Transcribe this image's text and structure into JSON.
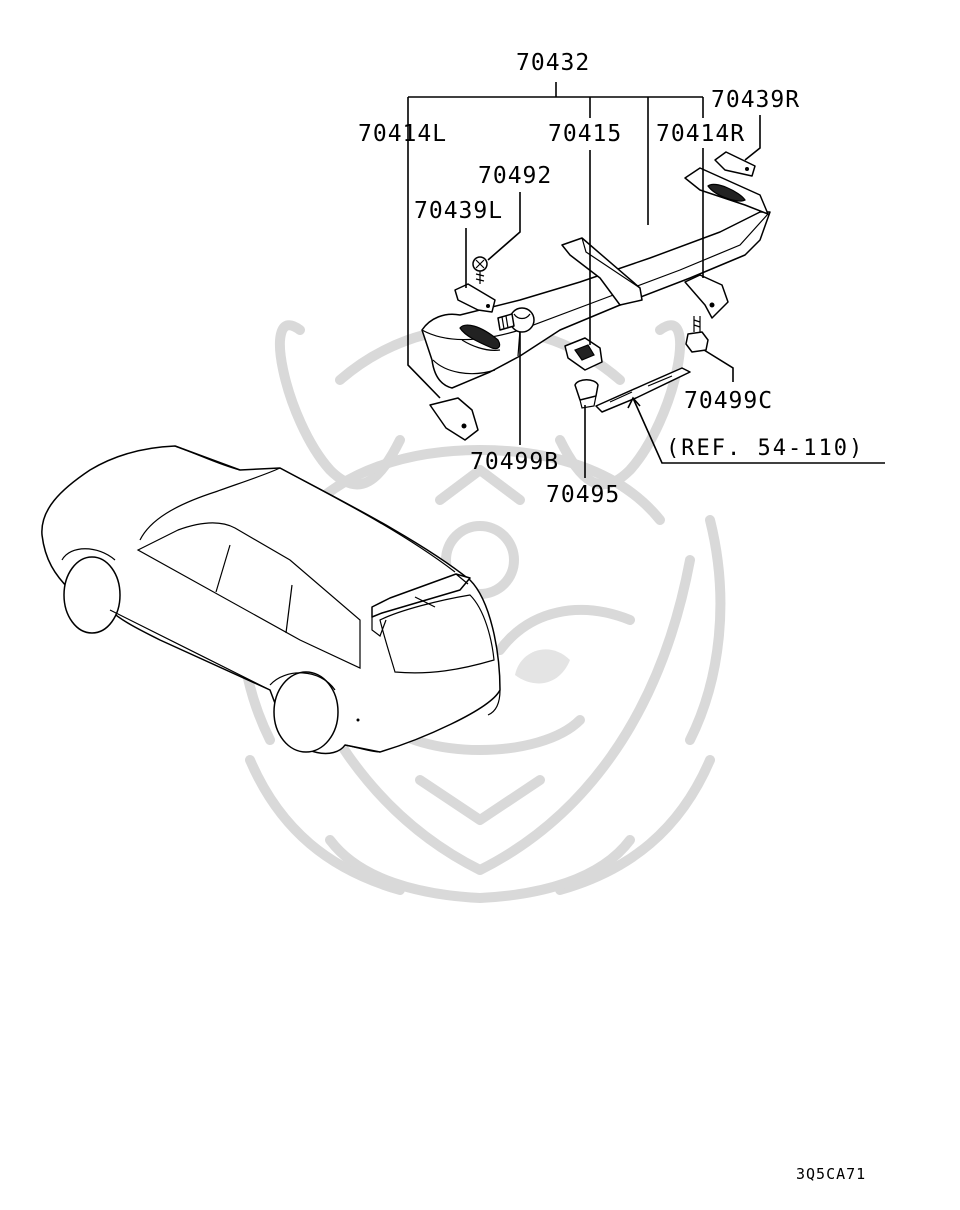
{
  "diagram": {
    "labels": {
      "p70432": "70432",
      "p70439R": "70439R",
      "p70414L": "70414L",
      "p70415": "70415",
      "p70414R": "70414R",
      "p70492": "70492",
      "p70439L": "70439L",
      "p70499C": "70499C",
      "p70499B": "70499B",
      "p70495": "70495",
      "ref": "(REF. 54-110)"
    },
    "code": "3Q5CA71",
    "colors": {
      "line": "#000000",
      "watermark": "#d9d9d9",
      "background": "#ffffff"
    }
  }
}
